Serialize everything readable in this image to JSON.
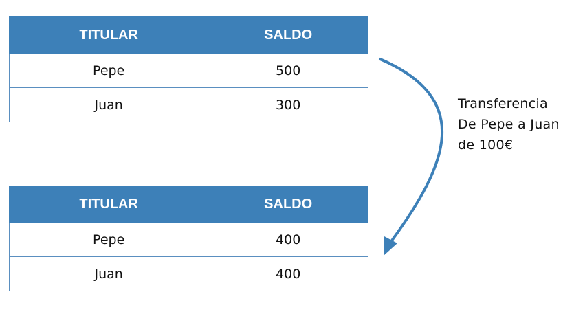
{
  "table_before": {
    "headers": [
      "TITULAR",
      "SALDO"
    ],
    "rows": [
      [
        "Pepe",
        "500"
      ],
      [
        "Juan",
        "300"
      ]
    ]
  },
  "table_after": {
    "headers": [
      "TITULAR",
      "SALDO"
    ],
    "rows": [
      [
        "Pepe",
        "400"
      ],
      [
        "Juan",
        "400"
      ]
    ]
  },
  "annotation": {
    "lines": [
      "Transferencia",
      "De Pepe a Juan",
      "de 100€"
    ]
  },
  "colors": {
    "header_bg": "#3d80b8",
    "border": "#5a8fc0",
    "arrow": "#3d80b8"
  },
  "icons": {
    "arrow": "curved-arrow-icon"
  }
}
